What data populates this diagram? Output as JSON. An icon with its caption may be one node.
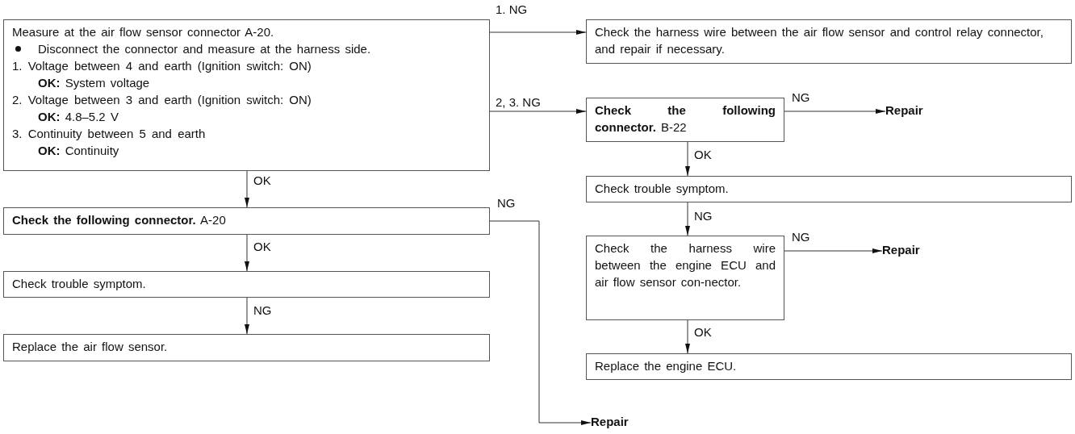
{
  "diagram": {
    "nodes": [
      {
        "text": [
          "Measure at the air flow sensor connector A-20.",
          "Disconnect the connector and measure at the harness side.",
          "1. Voltage between 4 and earth (Ignition switch: ON)",
          "**OK:** System voltage",
          "2. Voltage between 3 and earth (Ignition switch: ON)",
          "**OK:** 4.8–5.2 V",
          "3. Continuity between 5 and earth",
          "**OK:** Continuity"
        ]
      },
      {
        "text": [
          "Check the harness wire between the air flow sensor and control relay connector, and repair if necessary."
        ]
      },
      {
        "text": [
          "**Check the following connector.** B-22"
        ]
      },
      {
        "text": [
          "Repair"
        ]
      },
      {
        "text": [
          "Check trouble symptom."
        ]
      },
      {
        "text": [
          "Check the harness wire between the engine ECU and air flow sensor con-nector."
        ]
      },
      {
        "text": [
          "Repair"
        ]
      },
      {
        "text": [
          "Replace the engine ECU."
        ]
      },
      {
        "text": [
          "**Check the following connector.** A-20"
        ]
      },
      {
        "text": [
          "Check trouble symptom."
        ]
      },
      {
        "text": [
          "Replace the air flow sensor."
        ]
      },
      {
        "text": [
          "Repair"
        ]
      }
    ],
    "edges": [
      {
        "from": 0,
        "to": 1,
        "arrow": "to",
        "label": "1. NG"
      },
      {
        "from": 0,
        "to": 2,
        "arrow": "to",
        "label": "2, 3. NG"
      },
      {
        "from": 2,
        "to": 3,
        "arrow": "to",
        "label": "NG"
      },
      {
        "from": 2,
        "to": 4,
        "arrow": "to",
        "label": "OK"
      },
      {
        "from": 4,
        "to": 5,
        "arrow": "to",
        "label": "NG"
      },
      {
        "from": 5,
        "to": 6,
        "arrow": "to",
        "label": "NG"
      },
      {
        "from": 5,
        "to": 7,
        "arrow": "to",
        "label": "OK"
      },
      {
        "from": 0,
        "to": 8,
        "arrow": "to",
        "label": "OK"
      },
      {
        "from": 8,
        "to": 9,
        "arrow": "to",
        "label": "OK"
      },
      {
        "from": 9,
        "to": 10,
        "arrow": "to",
        "label": "NG"
      },
      {
        "from": 8,
        "to": 11,
        "arrow": "to",
        "label": "NG"
      }
    ]
  }
}
